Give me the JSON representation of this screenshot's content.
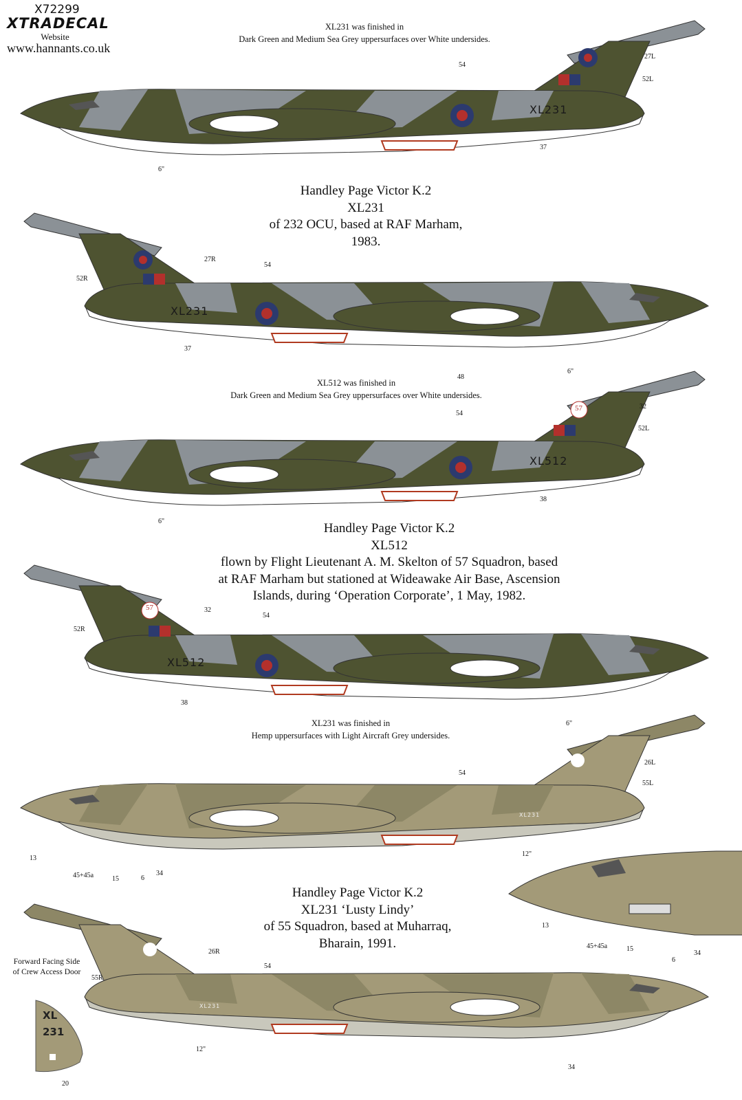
{
  "header": {
    "product_code": "X72299",
    "brand": "XTRADECAL",
    "website_label": "Website",
    "website_url": "www.hannants.co.uk"
  },
  "profiles": [
    {
      "note": [
        "XL231 was finished in",
        "Dark Green and Medium Sea Grey uppersurfaces over White undersides."
      ],
      "title": [
        "Handley Page Victor K.2",
        "XL231",
        "of 232 OCU, based at RAF Marham,",
        "1983."
      ],
      "aircraft_a": {
        "serial": "XL231",
        "callouts": [
          "54",
          "27L",
          "52L",
          "37",
          "6\""
        ]
      },
      "aircraft_b": {
        "serial": "XL231",
        "callouts": [
          "27R",
          "52R",
          "54",
          "37",
          "48",
          "6\""
        ]
      }
    },
    {
      "note": [
        "XL512 was finished in",
        "Dark Green and Medium Sea Grey uppersurfaces over White undersides."
      ],
      "title": [
        "Handley Page Victor K.2",
        "XL512",
        "flown by Flight Lieutenant A. M. Skelton of 57 Squadron, based",
        "at RAF Marham but stationed at Wideawake Air Base, Ascension",
        "Islands, during ‘Operation Corporate’, 1 May, 1982."
      ],
      "aircraft_a": {
        "serial": "XL512",
        "tail_marking": "57",
        "callouts": [
          "54",
          "32",
          "52L",
          "38",
          "6\""
        ]
      },
      "aircraft_b": {
        "serial": "XL512",
        "tail_marking": "57",
        "callouts": [
          "32",
          "52R",
          "54",
          "38",
          "6\""
        ]
      }
    },
    {
      "note": [
        "XL231 was finished in",
        "Hemp uppersurfaces with Light Aircraft Grey undersides."
      ],
      "title": [
        "Handley Page Victor K.2",
        "XL231 ‘Lusty Lindy’",
        "of 55 Squadron, based at Muharraq,",
        "Bharain, 1991."
      ],
      "aircraft_a": {
        "serial": "XL231",
        "callouts": [
          "54",
          "26L",
          "55L",
          "12\"",
          "13",
          "45+45a",
          "15",
          "6",
          "34"
        ]
      },
      "nose_detail": {
        "callouts": [
          "13",
          "45+45a",
          "15",
          "6",
          "34"
        ]
      },
      "aircraft_b": {
        "serial": "XL231",
        "callouts": [
          "26R",
          "55R",
          "54",
          "12\"",
          "34"
        ]
      }
    }
  ],
  "door": {
    "caption": [
      "Forward Facing Side",
      "of Crew Access Door"
    ],
    "text_top": "XL",
    "text_bottom": "231",
    "callout": "20"
  },
  "colors": {
    "dark_green": "#4e5331",
    "sea_grey": "#8b9196",
    "hemp": "#a39a78",
    "roundel_blue": "#2c3a6e",
    "roundel_red": "#b3302c"
  }
}
